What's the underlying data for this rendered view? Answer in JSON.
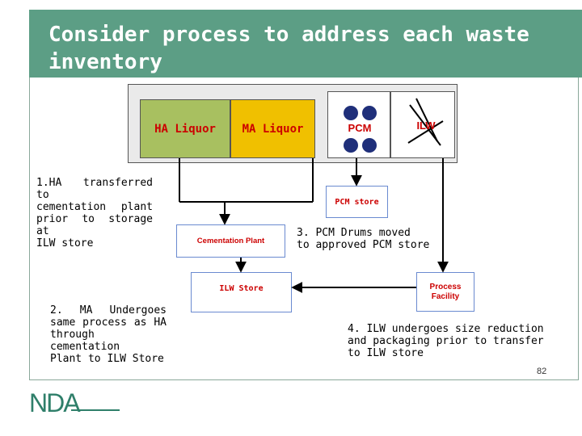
{
  "title": "Consider process to address each waste inventory",
  "boxes": {
    "ha_liquor": "HA Liquor",
    "ma_liquor": "MA Liquor",
    "pcm": "PCM",
    "ilw": "ILW",
    "pcm_store": "PCM store",
    "cementation_plant": "Cementation Plant",
    "ilw_store": "ILW Store",
    "process_facility": "Process Facility"
  },
  "notes": {
    "note1": [
      "1.HA transferred to",
      "cementation plant",
      "prior to storage at",
      "ILW store"
    ],
    "note2": [
      "2. MA Undergoes",
      "same process as HA",
      "through cementation",
      "Plant to ILW Store"
    ],
    "note3": [
      "3. PCM Drums moved",
      "to approved PCM store"
    ],
    "note4": [
      "4. ILW undergoes size reduction",
      "and packaging prior to transfer",
      "to ILW store"
    ]
  },
  "page_number": "82",
  "logo_text": "NDA",
  "colors": {
    "title_bar": "#5c9e85",
    "ha_fill": "#a8c060",
    "ma_fill": "#f0c000",
    "drum_fill": "#1f2f7a",
    "store_box_border": "#6a8ad0",
    "label_red": "#cc0000"
  }
}
